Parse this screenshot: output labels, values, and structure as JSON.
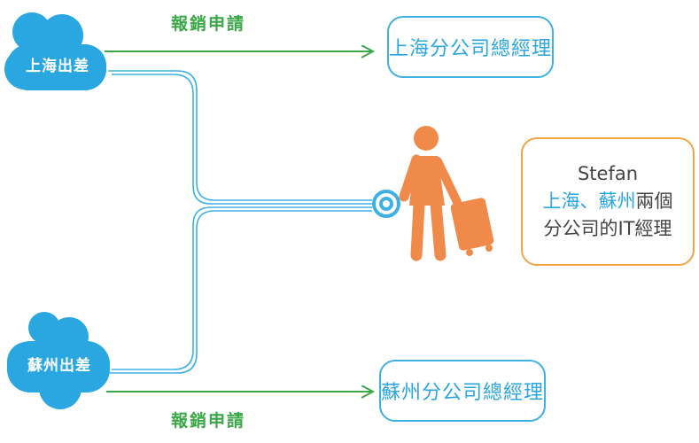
{
  "sources": [
    {
      "label": "上海出差"
    },
    {
      "label": "蘇州出差"
    }
  ],
  "edges": [
    {
      "label": "報銷申請"
    },
    {
      "label": "報銷申請"
    }
  ],
  "targets": [
    {
      "label": "上海分公司總經理"
    },
    {
      "label": "蘇州分公司總經理"
    }
  ],
  "person": {
    "name": "Stefan",
    "line2_highlight": "上海、蘇州",
    "line2_rest": "兩個",
    "line3": "分公司的IT經理"
  },
  "colors": {
    "cloud": "#2aa6e0",
    "connector": "#3fb0e3",
    "arrow": "#3aa847",
    "person": "#f08a4b",
    "box_border_blue": "#3fb0e3",
    "box_border_orange": "#f2a446"
  }
}
